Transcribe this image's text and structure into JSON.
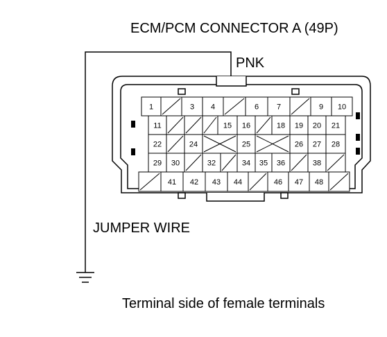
{
  "title": "ECM/PCM CONNECTOR A (49P)",
  "wire_color": "PNK",
  "jumper_label": "JUMPER WIRE",
  "caption": "Terminal side of female terminals",
  "rows": [
    [
      "1",
      "",
      "3",
      "4",
      "",
      "6",
      "7",
      "",
      "9",
      "10"
    ],
    [
      "11",
      "",
      "",
      "",
      "15",
      "16",
      "",
      "18",
      "19",
      "20",
      "21"
    ],
    [
      "22",
      "",
      "24",
      "",
      "25",
      "",
      "26",
      "27",
      "28"
    ],
    [
      "29",
      "30",
      "",
      "32",
      "",
      "34",
      "35",
      "36",
      "",
      "38",
      ""
    ],
    [
      "",
      "41",
      "42",
      "43",
      "44",
      "",
      "46",
      "47",
      "48",
      ""
    ]
  ],
  "colors": {
    "line": "#000000",
    "background": "#ffffff"
  }
}
